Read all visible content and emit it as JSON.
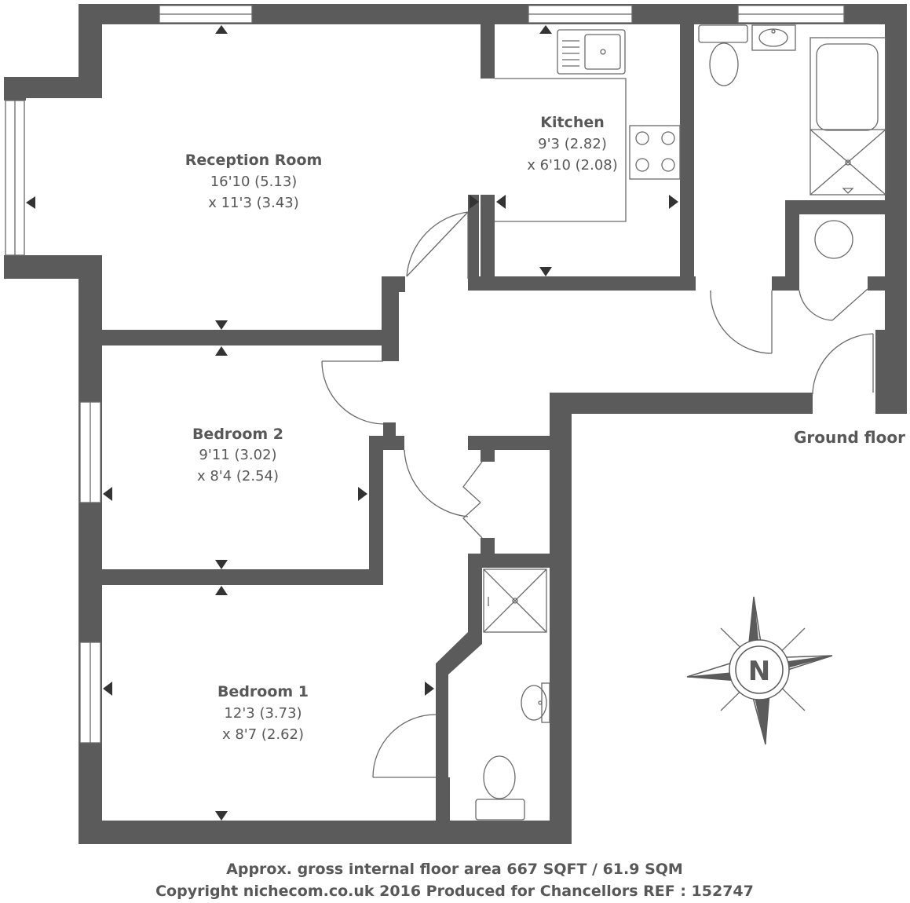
{
  "rooms": [
    {
      "id": "reception",
      "name": "Reception Room",
      "dim1": "16'10 (5.13)",
      "dim2": "x 11'3 (3.43)"
    },
    {
      "id": "kitchen",
      "name": "Kitchen",
      "dim1": "9'3 (2.82)",
      "dim2": "x 6'10 (2.08)"
    },
    {
      "id": "bedroom2",
      "name": "Bedroom 2",
      "dim1": "9'11 (3.02)",
      "dim2": "x 8'4 (2.54)"
    },
    {
      "id": "bedroom1",
      "name": "Bedroom 1",
      "dim1": "12'3 (3.73)",
      "dim2": "x 8'7 (2.62)"
    }
  ],
  "floor_label": "Ground floor",
  "compass_letter": "N",
  "footer": {
    "line1": "Approx. gross internal floor area 667 SQFT / 61.9 SQM",
    "line2": "Copyright nichecom.co.uk 2016 Produced for Chancellors REF : 152747"
  },
  "colors": {
    "wall": "#5b5b5b",
    "text": "#585858",
    "background": "#ffffff"
  }
}
